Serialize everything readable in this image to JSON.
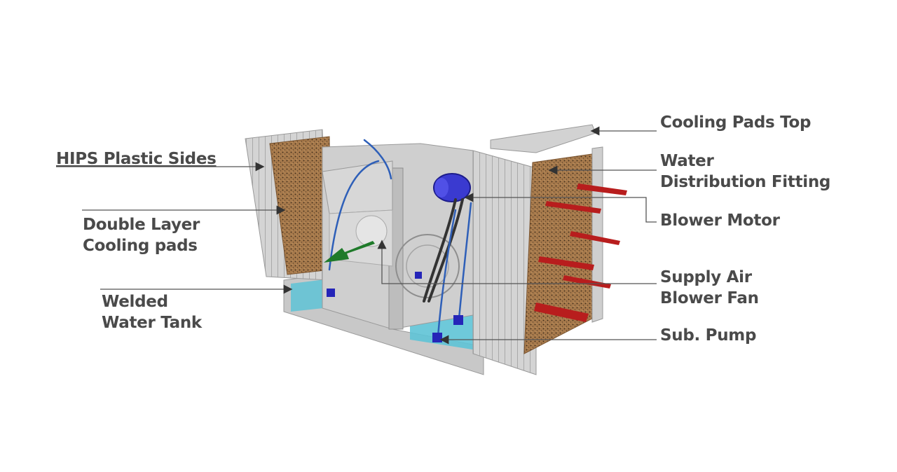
{
  "diagram": {
    "labels": {
      "hips_plastic_sides": "HIPS Plastic Sides",
      "double_layer_line1": "Double Layer",
      "double_layer_line2": "Cooling pads",
      "welded_line1": "Welded",
      "welded_line2": "Water Tank",
      "cooling_pads_top": "Cooling Pads Top",
      "water_dist_line1": "Water",
      "water_dist_line2": "Distribution Fitting",
      "blower_motor": "Blower Motor",
      "supply_air_line1": "Supply Air",
      "supply_air_line2": "Blower Fan",
      "sub_pump": "Sub. Pump"
    },
    "colors": {
      "label_text": "#4a4a4a",
      "leader_line": "#555555",
      "cabinet": "#c9c9c9",
      "pad": "#9a7048",
      "water": "#5ec3d6",
      "intake_arrow": "#b81d1d",
      "outlet_arrow": "#1f7a2a",
      "motor": "#3a3ad0"
    }
  }
}
